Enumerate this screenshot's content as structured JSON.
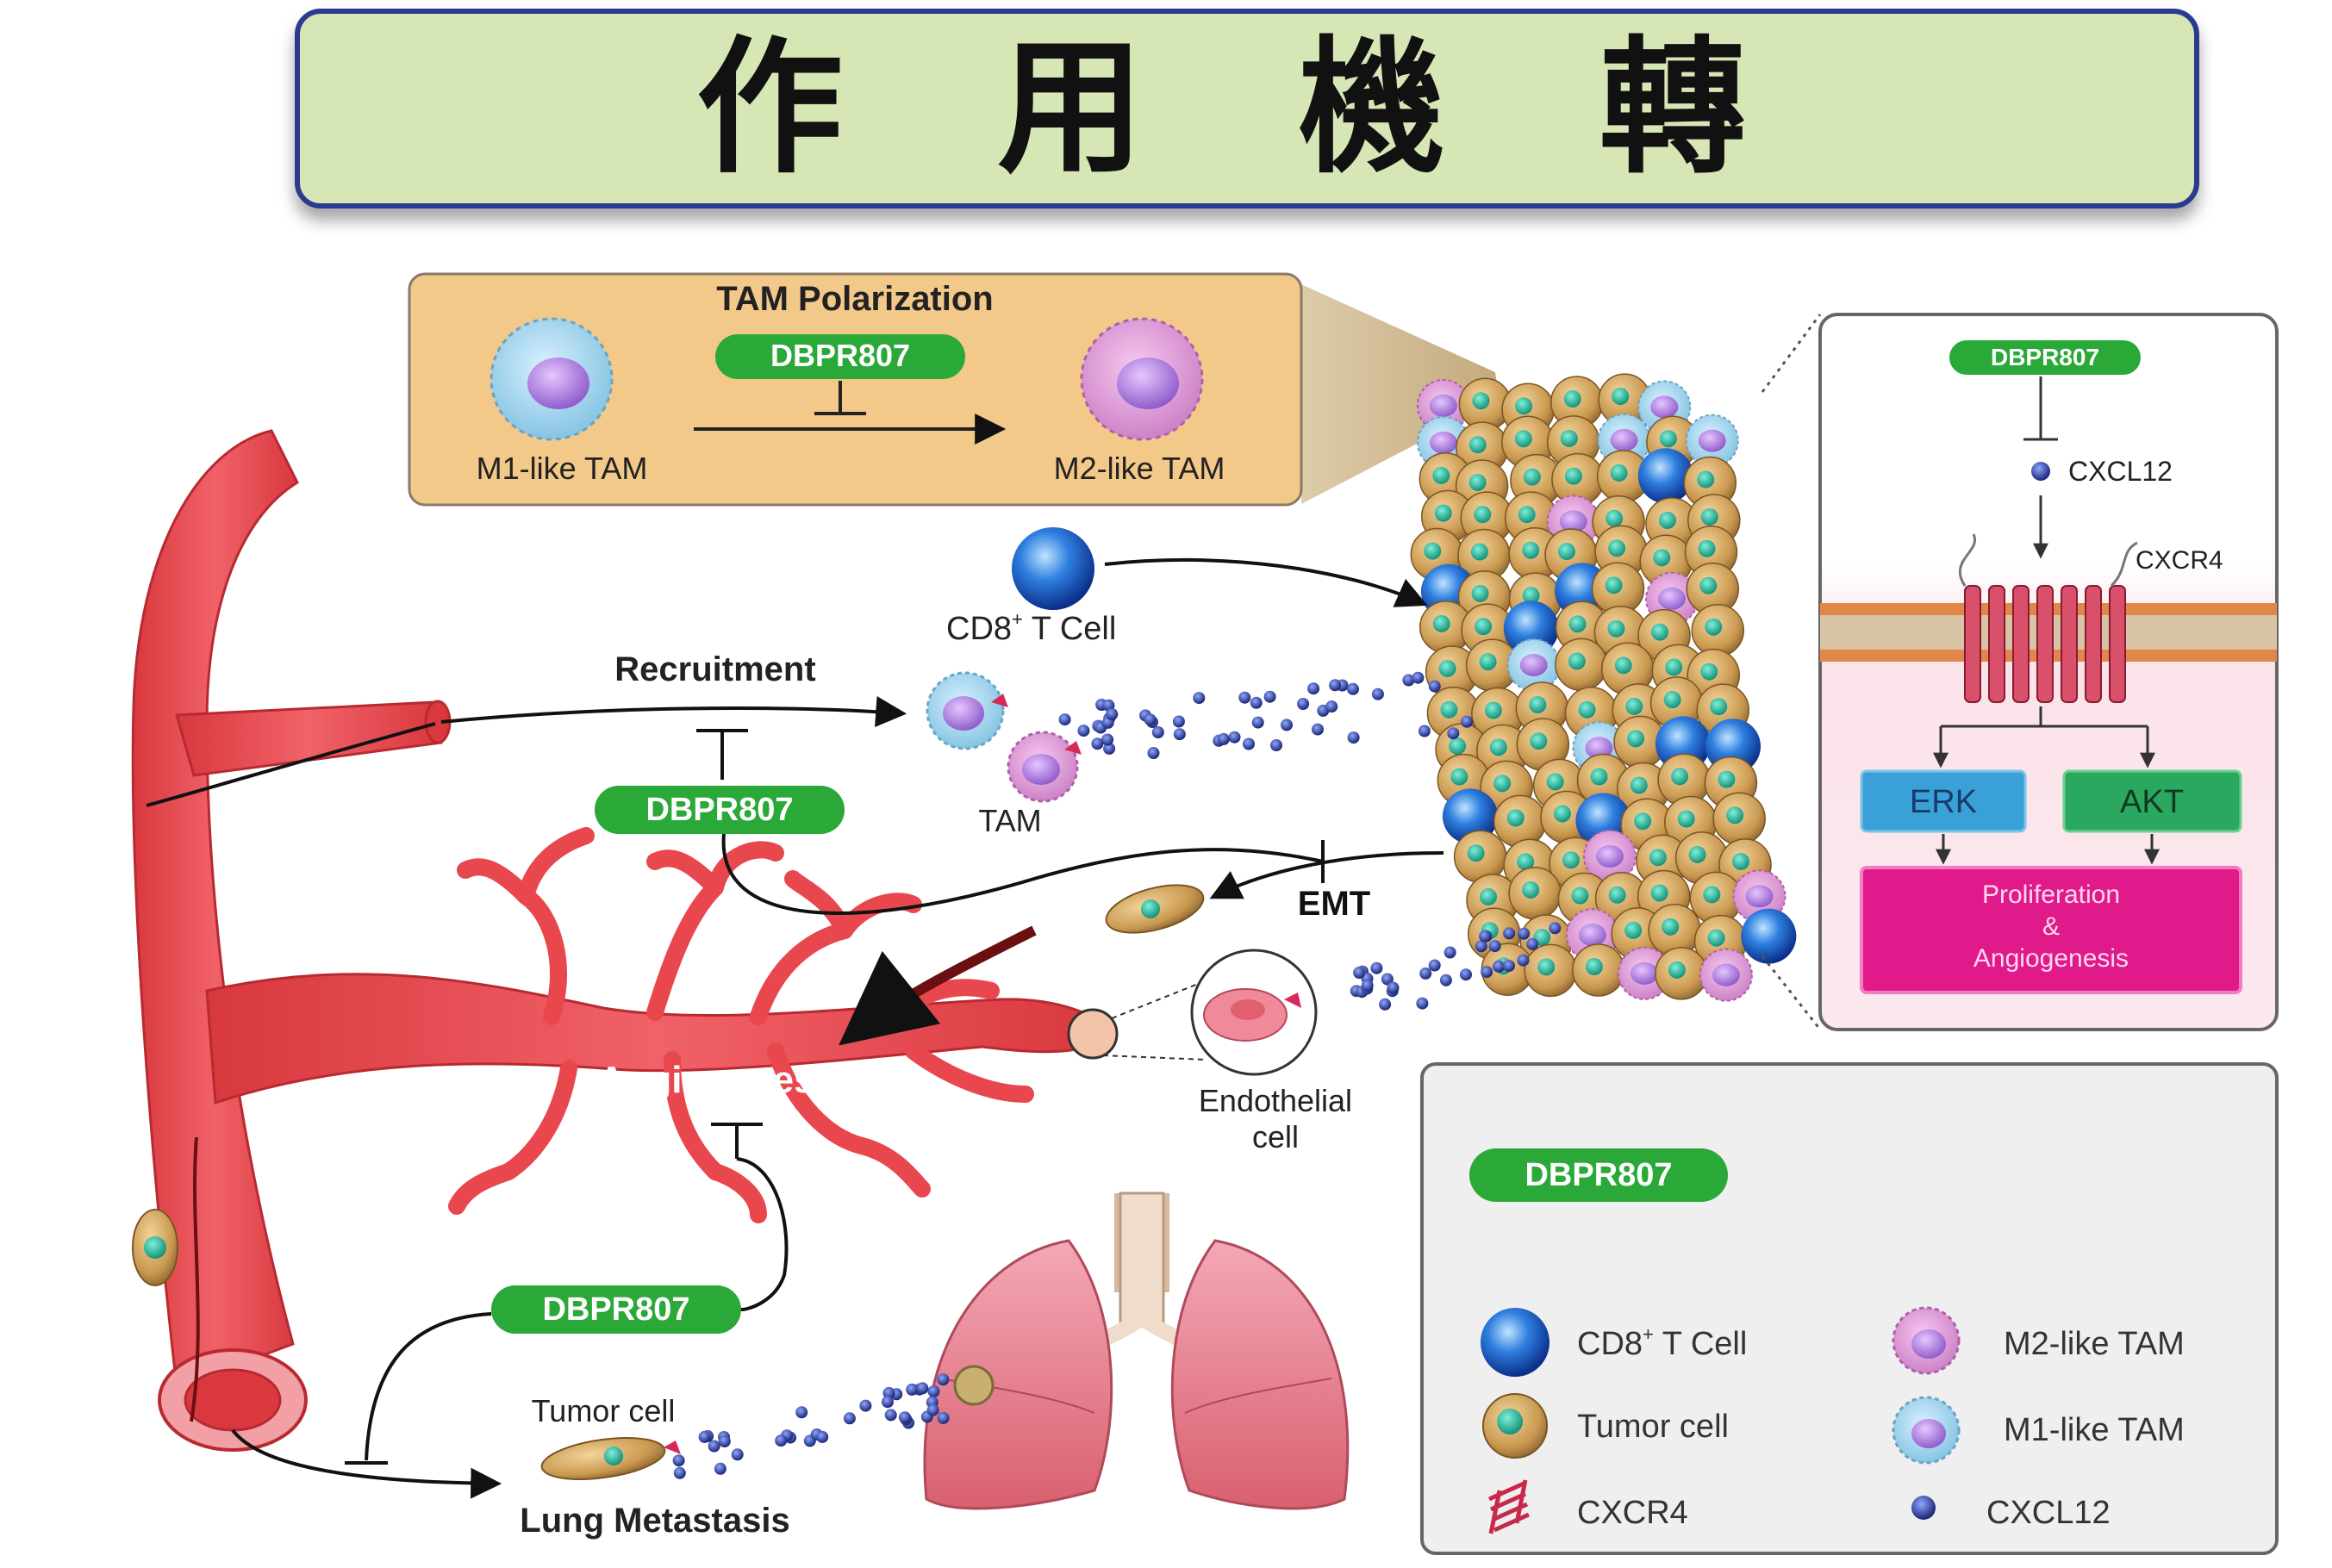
{
  "title": "作 用 機 轉",
  "drug": "DBPR807",
  "tam_panel": {
    "heading": "TAM Polarization",
    "drug": "DBPR807",
    "m1_label": "M1-like TAM",
    "m2_label": "M2-like TAM"
  },
  "labels": {
    "cd8_prefix": "CD8",
    "cd8_sup": "+",
    "cd8_suffix": " T Cell",
    "recruitment": "Recruitment",
    "recruitment_drug": "DBPR807",
    "tam": "TAM",
    "emt": "EMT",
    "angiogenesis": "Angiogenesis",
    "angiogenesis_drug": "DBPR807",
    "endothelial_line1": "Endothelial",
    "endothelial_line2": "cell",
    "tumor_cell": "Tumor cell",
    "lung_metastasis": "Lung Metastasis"
  },
  "pathway_panel": {
    "drug": "DBPR807",
    "ligand": "CXCL12",
    "receptor": "CXCR4",
    "erk": "ERK",
    "akt": "AKT",
    "outcome_line1": "Proliferation",
    "outcome_line2": "&",
    "outcome_line3": "Angiogenesis"
  },
  "legend": {
    "drug": "DBPR807",
    "items": [
      {
        "icon": "cd8-t-cell-icon",
        "label_prefix": "CD8",
        "label_sup": "+",
        "label_suffix": " T Cell"
      },
      {
        "icon": "m2-tam-icon",
        "label": "M2-like TAM"
      },
      {
        "icon": "tumor-cell-icon",
        "label": "Tumor cell"
      },
      {
        "icon": "m1-tam-icon",
        "label": "M1-like TAM"
      },
      {
        "icon": "cxcr4-icon",
        "label": "CXCR4"
      },
      {
        "icon": "cxcl12-icon",
        "label": "CXCL12"
      }
    ]
  },
  "colors": {
    "title_bg": "#d6e6b4",
    "title_border": "#2a3a8e",
    "drug_pill": "#2aa838",
    "vessel": "#e8474d",
    "tam_panel_bg": "#f3c98a",
    "erk_box": "#3aa0d8",
    "akt_box": "#2aa860",
    "outcome_box": "#e01a8a",
    "legend_bg": "#efefef"
  }
}
